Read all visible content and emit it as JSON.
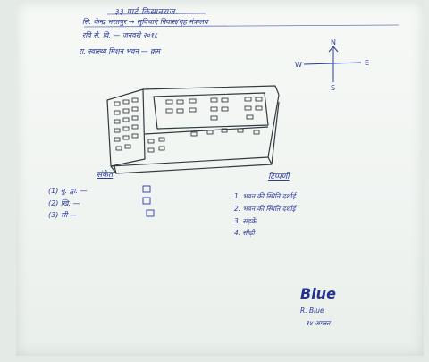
{
  "header": {
    "line1": "३३ पार्ट किसानराज",
    "line2": "सि. केन्द्र भरतपुर → सुविधाएं निवास/गृह मंत्रालय",
    "line3": "रवि से. वि. — जनवरी २०१८",
    "line4": "रा. स्वास्थ्य मिशन भवन — क्रम"
  },
  "compass": {
    "north": "N",
    "west": "W",
    "east": "E",
    "south": "S"
  },
  "legend": {
    "heading": "संकेत",
    "items": [
      {
        "label": "(1) मु. द्वा. —",
        "symbol": "□"
      },
      {
        "label": "(2) खि. —",
        "symbol": "□"
      },
      {
        "label": "(3) सी —",
        "symbol": "□"
      }
    ]
  },
  "notes": {
    "heading": "टिप्पणी",
    "items": [
      "1. भवन की स्थिति दर्शाई",
      "2. भवन की स्थिति दर्शाई",
      "3. सड़कें",
      "4. सीढ़ी"
    ]
  },
  "signature": {
    "mark": "Blue",
    "name": "R. Blue",
    "date": "१४ अगस्त"
  },
  "colors": {
    "ink": "#2a3aa0",
    "pencil": "#3a3f44",
    "paper": "#f4f7f4"
  }
}
